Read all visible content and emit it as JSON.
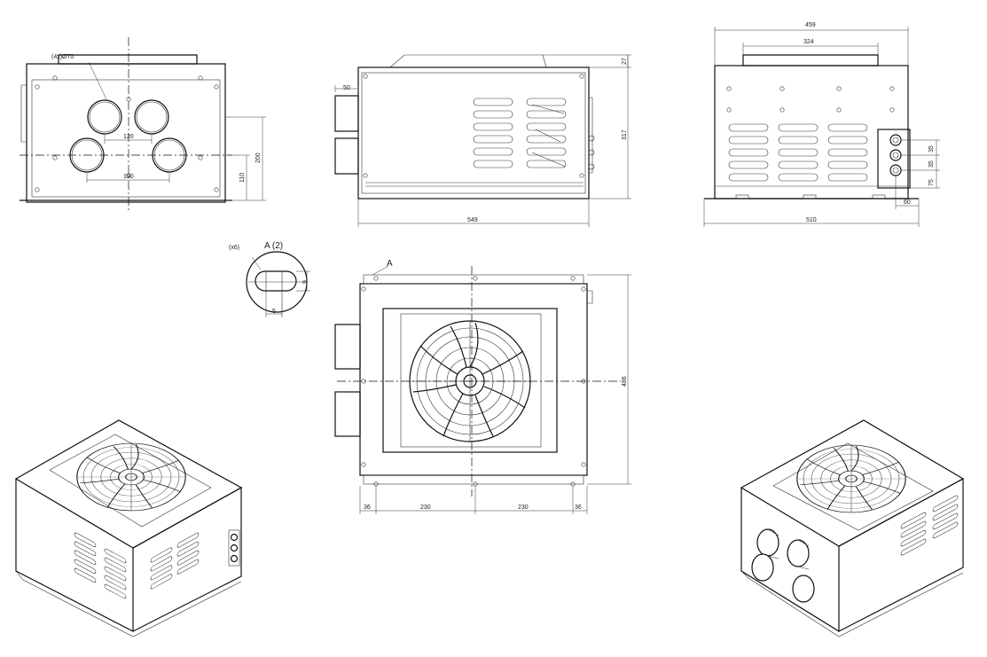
{
  "views": {
    "back": {
      "hole_note": "(4x)Ø70",
      "dims": [
        "120",
        "190",
        "200",
        "110"
      ]
    },
    "side": {
      "dims": [
        "50",
        "27",
        "317",
        "549"
      ]
    },
    "end": {
      "dims": [
        "459",
        "324",
        "35",
        "35",
        "75",
        "60",
        "510"
      ]
    },
    "detail": {
      "title": "A (2)",
      "count": "(x6)",
      "dims": [
        "9",
        "5"
      ]
    },
    "top": {
      "marker": "A",
      "dims": [
        "486",
        "36",
        "230",
        "230",
        "36"
      ]
    }
  },
  "colors": {
    "line": "#111111",
    "background": "#ffffff"
  }
}
